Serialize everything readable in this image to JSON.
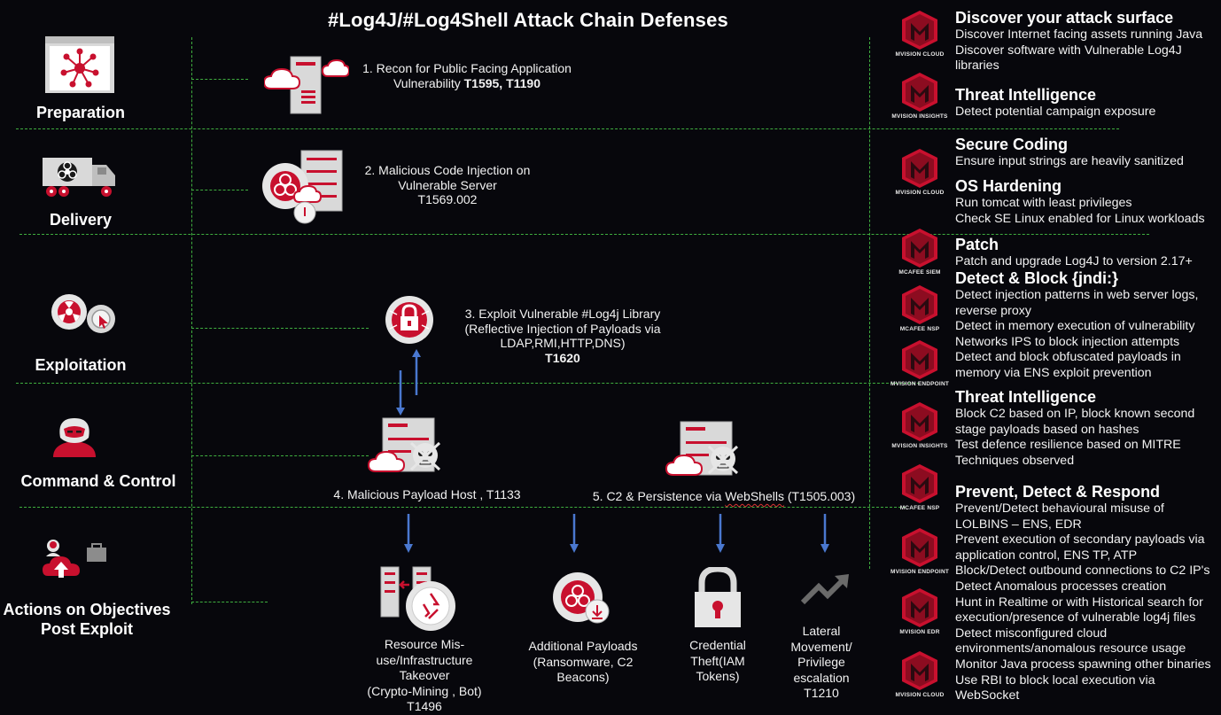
{
  "title": "#Log4J/#Log4Shell Attack Chain Defenses",
  "stages": [
    {
      "label": "Preparation"
    },
    {
      "label": "Delivery"
    },
    {
      "label": "Exploitation"
    },
    {
      "label": "Command & Control"
    },
    {
      "label": "Actions on Objectives Post Exploit"
    }
  ],
  "steps": {
    "recon": {
      "line1": "1. Recon for Public Facing Application",
      "line2_prefix": "Vulnerability ",
      "line2_bold": "T1595, T1190"
    },
    "injection": {
      "line1": "2. Malicious Code Injection on",
      "line2": "Vulnerable Server",
      "line3": "T1569.002"
    },
    "exploit": {
      "line1": "3. Exploit Vulnerable #Log4j Library",
      "line2": "(Reflective Injection of Payloads via",
      "line3": "LDAP,RMI,HTTP,DNS)",
      "line4": "T1620"
    },
    "payload_host": {
      "label": "4. Malicious Payload Host , T1133"
    },
    "c2": {
      "prefix": "5. C2 & Persistence via ",
      "squiggle": "WebShells",
      "suffix": " (T1505.003)"
    }
  },
  "outcomes": [
    {
      "lines": [
        "Resource Mis-",
        "use/Infrastructure Takeover",
        "(Crypto-Mining , Bot)",
        "T1496"
      ]
    },
    {
      "lines": [
        "Additional Payloads",
        "(Ransomware, C2",
        "Beacons)"
      ]
    },
    {
      "lines": [
        "Credential",
        "Theft(IAM",
        "Tokens)"
      ]
    },
    {
      "lines": [
        "Lateral",
        "Movement/",
        "Privilege",
        "escalation",
        "T1210"
      ]
    }
  ],
  "products": [
    {
      "name": "MVISION CLOUD"
    },
    {
      "name": "MVISION INSIGHTS"
    },
    {
      "name": "MVISION CLOUD"
    },
    {
      "name": "MCAFEE SIEM"
    },
    {
      "name": "MCAFEE NSP"
    },
    {
      "name": "MVISION ENDPOINT"
    },
    {
      "name": "MVISION INSIGHTS"
    },
    {
      "name": "MCAFEE NSP"
    },
    {
      "name": "MVISION ENDPOINT"
    },
    {
      "name": "MVISION EDR"
    },
    {
      "name": "MVISION CLOUD"
    }
  ],
  "defenses": [
    {
      "heading": "Discover your attack surface",
      "lines": [
        "Discover Internet facing assets running Java",
        "Discover software with Vulnerable Log4J",
        "libraries"
      ]
    },
    {
      "heading": "Threat Intelligence",
      "lines": [
        "Detect potential campaign exposure"
      ]
    },
    {
      "heading": "Secure Coding",
      "lines": [
        "Ensure input strings are heavily sanitized"
      ]
    },
    {
      "heading": "OS Hardening",
      "lines": [
        "Run tomcat with least privileges",
        "Check SE Linux enabled for Linux workloads"
      ]
    },
    {
      "heading": "Patch",
      "lines": [
        "Patch and upgrade Log4J to version 2.17+"
      ]
    },
    {
      "heading": "Detect & Block {jndi:}",
      "lines": [
        "Detect injection patterns in web server logs,",
        "reverse proxy",
        "Detect in memory execution of vulnerability",
        "Networks IPS to block injection attempts",
        "Detect and block obfuscated payloads in",
        "memory via ENS exploit prevention"
      ]
    },
    {
      "heading": "Threat Intelligence",
      "lines": [
        "Block C2 based on IP, block known second",
        "stage payloads based on hashes",
        "Test defence resilience based on MITRE",
        "Techniques observed"
      ]
    },
    {
      "heading": "Prevent, Detect & Respond",
      "lines": [
        "Prevent/Detect behavioural misuse of",
        "LOLBINS – ENS, EDR",
        "Prevent execution of secondary payloads via",
        "application control, ENS TP, ATP",
        "Block/Detect outbound connections to C2 IP's",
        "Detect Anomalous processes creation",
        "Hunt in Realtime or with Historical search for",
        "execution/presence of vulnerable log4j files",
        "Detect misconfigured cloud",
        "environments/anomalous resource usage",
        "Monitor Java process spawning other binaries",
        "Use RBI to block local execution via",
        "WebSocket"
      ]
    }
  ],
  "colors": {
    "background": "#07070c",
    "accent_red": "#c8102e",
    "dashed_line": "#3fae3f",
    "arrow_blue": "#4a78d0"
  }
}
